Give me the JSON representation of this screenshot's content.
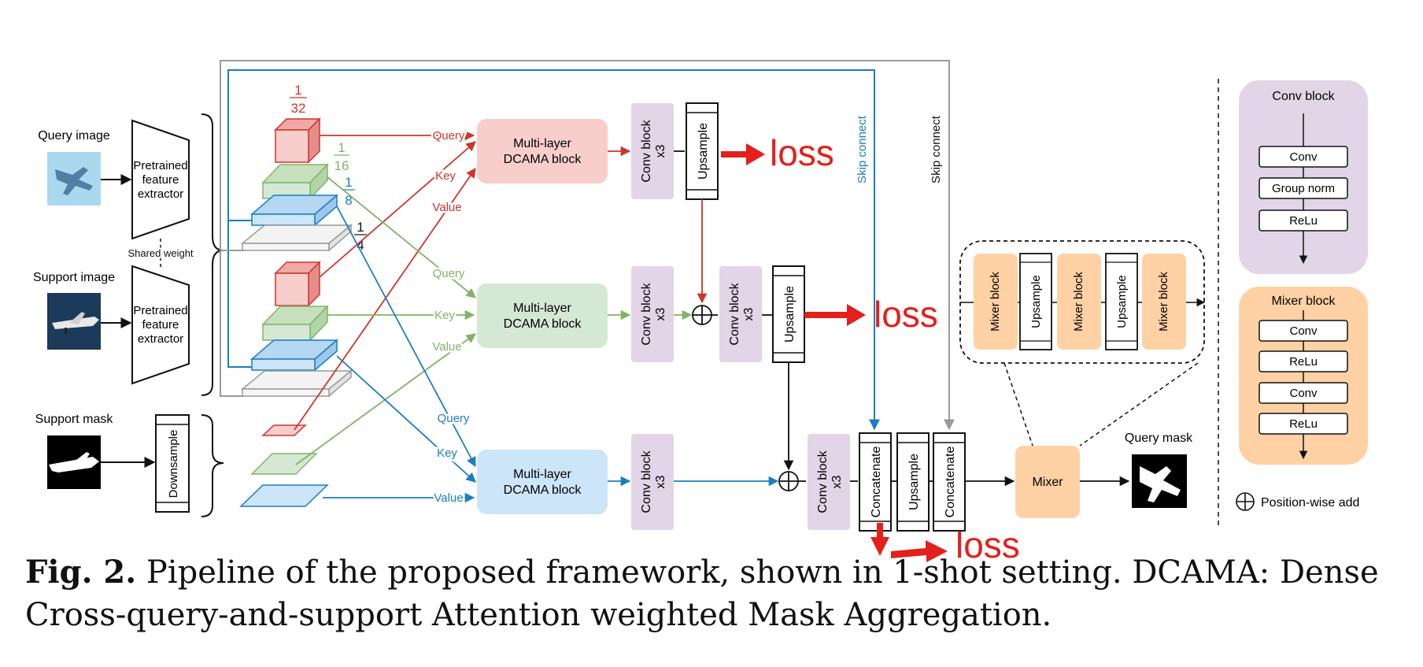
{
  "inputs": {
    "query_image": "Query image",
    "support_image": "Support image",
    "support_mask": "Support mask",
    "shared_weight": "Shared weight"
  },
  "extractor": {
    "line1": "Pretrained",
    "line2": "feature",
    "line3": "extractor"
  },
  "downsample": "Downsample",
  "fractions": {
    "f32": {
      "num": "1",
      "den": "32"
    },
    "f16": {
      "num": "1",
      "den": "16"
    },
    "f8": {
      "num": "1",
      "den": "8"
    },
    "f4": {
      "num": "1",
      "den": "4"
    }
  },
  "arrow_labels": {
    "query": "Query",
    "key": "Key",
    "value": "Value"
  },
  "dcama": {
    "line1": "Multi-layer",
    "line2": "DCAMA block"
  },
  "conv_block": {
    "line1": "Conv block",
    "line2": "x3"
  },
  "upsample": "Upsample",
  "concatenate": "Concatenate",
  "skip_connect": "Skip connect",
  "loss": "loss",
  "mixer": "Mixer",
  "mixer_detail": {
    "block": "Mixer block",
    "upsample": "Upsample"
  },
  "query_mask": "Query mask",
  "legend": {
    "conv_block_title": "Conv block",
    "conv_items": [
      "Conv",
      "Group norm",
      "ReLu"
    ],
    "mixer_block_title": "Mixer block",
    "mixer_items": [
      "Conv",
      "ReLu",
      "Conv",
      "ReLu"
    ],
    "position_wise_add": "Position-wise add"
  },
  "caption": {
    "label": "Fig. 2.",
    "text": "Pipeline of the proposed framework, shown in 1-shot setting. DCAMA: Dense Cross-query-and-support Attention weighted Mask Aggregation."
  },
  "colors": {
    "red": "#d0342c",
    "green": "#82b366",
    "blue": "#1a7fc0",
    "gray": "#9a9a9a",
    "pink_fill": "#f8cecc",
    "green_fill": "#d5e8d4",
    "blue_fill": "#cce5f8",
    "purple_fill": "#e1d5e7",
    "orange_fill": "#ffd1a4",
    "loss_red": "#e3201b"
  }
}
